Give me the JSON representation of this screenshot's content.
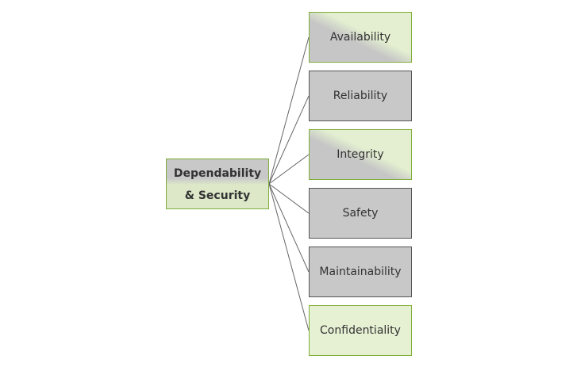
{
  "root": {
    "line1": "Dependability",
    "line2": "& Security"
  },
  "children": [
    {
      "label": "Availability",
      "style": "diag"
    },
    {
      "label": "Reliability",
      "style": "grey"
    },
    {
      "label": "Integrity",
      "style": "diag"
    },
    {
      "label": "Safety",
      "style": "grey"
    },
    {
      "label": "Maintainability",
      "style": "grey"
    },
    {
      "label": "Confidentiality",
      "style": "green"
    }
  ]
}
